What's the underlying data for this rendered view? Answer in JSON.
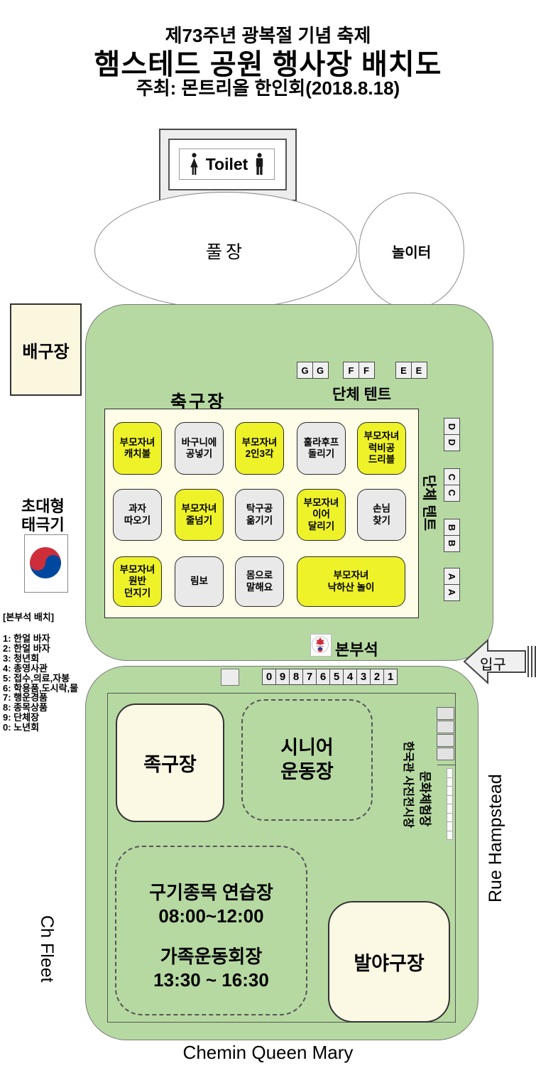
{
  "colors": {
    "park_green": "#b6d9a2",
    "cream": "#fbf8e4",
    "highlight_yellow": "#eef229",
    "activity_gray": "#e9e9e9",
    "flag_red": "#cd2e3a",
    "flag_blue": "#0047a0"
  },
  "header": {
    "subtitle_top": "제73주년 광복절 기념 축제",
    "title": "햄스테드 공원 행사장 배치도",
    "organizer": "주최: 몬트리올 한인회(2018.8.18)"
  },
  "top_area": {
    "toilet": "Toilet",
    "pool": "풀장",
    "playground": "놀이터",
    "volleyball": "배구장"
  },
  "upper_park": {
    "soccer_field": "축구장",
    "group_tents_top": "단체 텐트",
    "group_tents_right": "단체 텐트",
    "tents_top": [
      "G",
      "G",
      "F",
      "F",
      "E",
      "E"
    ],
    "tents_right": [
      "D",
      "D",
      "C",
      "C",
      "B",
      "B",
      "A",
      "A"
    ],
    "activities": [
      {
        "label": "부모자녀\n캐치볼"
      },
      {
        "label": "바구니에\n공넣기"
      },
      {
        "label": "부모자녀\n2인3각"
      },
      {
        "label": "훌라후프\n돌리기"
      },
      {
        "label": "부모자녀\n럭비공\n드리블"
      },
      {
        "label": "과자\n따오기"
      },
      {
        "label": "부모자녀\n줄넘기"
      },
      {
        "label": "탁구공\n옮기기"
      },
      {
        "label": "부모자녀\n이어\n달리기"
      },
      {
        "label": "손님\n찾기"
      },
      {
        "label": "부모자녀\n원반\n던지기"
      },
      {
        "label": "림보"
      },
      {
        "label": "몸으로\n말해요"
      },
      {
        "label": "부모자녀\n낙하산 놀이"
      }
    ]
  },
  "flag": {
    "label": "초대형\n태극기"
  },
  "hq_assignment": {
    "title": "[본부석 배치]",
    "items": [
      "1: 한얼 바자",
      "2: 한얼 바자",
      "3: 청년회",
      "4: 총영사관",
      "5: 접수,의료,자봉",
      "6: 학용품,도시락,물",
      "7: 행운경품",
      "8: 종목상품",
      "9: 단체장",
      "0: 노년회"
    ]
  },
  "hq_row": {
    "hq_label": "본부석",
    "numbers": [
      "0",
      "9",
      "8",
      "7",
      "6",
      "5",
      "4",
      "3",
      "2",
      "1"
    ],
    "entrance": "입구"
  },
  "lower_park": {
    "jokgu": "족구장",
    "senior_field": "시니어\n운동장",
    "culture_zone": "문화체험장",
    "photo_exhibit": "한국관 사진전시장",
    "practice": {
      "line1": "구기종목 연습장",
      "time1": "08:00~12:00",
      "line2": "가족운동회장",
      "time2": "13:30 ~ 16:30"
    },
    "kickball": "발야구장"
  },
  "streets": {
    "right": "Rue Hampstead",
    "left": "Ch Fleet",
    "bottom": "Chemin Queen Mary"
  }
}
